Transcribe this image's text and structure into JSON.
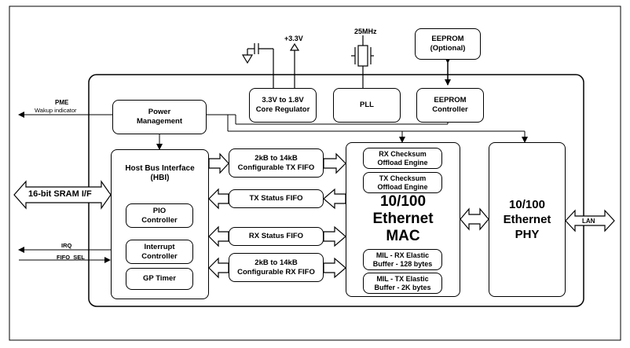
{
  "external": {
    "pme": "PME",
    "wakeup": "Wakup indicator",
    "sram": "16-bit SRAM I/F",
    "irq": "IRQ",
    "fifo_sel": "FIFO_SEL",
    "lan": "LAN",
    "v33": "+3.3V",
    "mhz": "25MHz"
  },
  "blocks": {
    "eeprom": "EEPROM\n(Optional)",
    "regulator": "3.3V to 1.8V\nCore Regulator",
    "pll": "PLL",
    "eeprom_ctrl": "EEPROM\nController",
    "power_mgmt": "Power\nManagement",
    "hbi": "Host Bus Interface\n(HBI)",
    "pio": "PIO\nController",
    "interrupt": "Interrupt\nController",
    "gp_timer": "GP Timer",
    "tx_fifo": "2kB to 14kB\nConfigurable TX FIFO",
    "tx_status": "TX Status FIFO",
    "rx_status": "RX Status FIFO",
    "rx_fifo": "2kB to 14kB\nConfigurable  RX FIFO",
    "rx_checksum": "RX Checksum\nOffload Engine",
    "tx_checksum": "TX Checksum\nOffload Engine",
    "mac": "10/100\nEthernet\nMAC",
    "mil_rx": "MIL - RX Elastic\nBuffer - 128 bytes",
    "mil_tx": "MIL - TX Elastic\nBuffer - 2K bytes",
    "phy": "10/100\nEthernet\nPHY"
  }
}
